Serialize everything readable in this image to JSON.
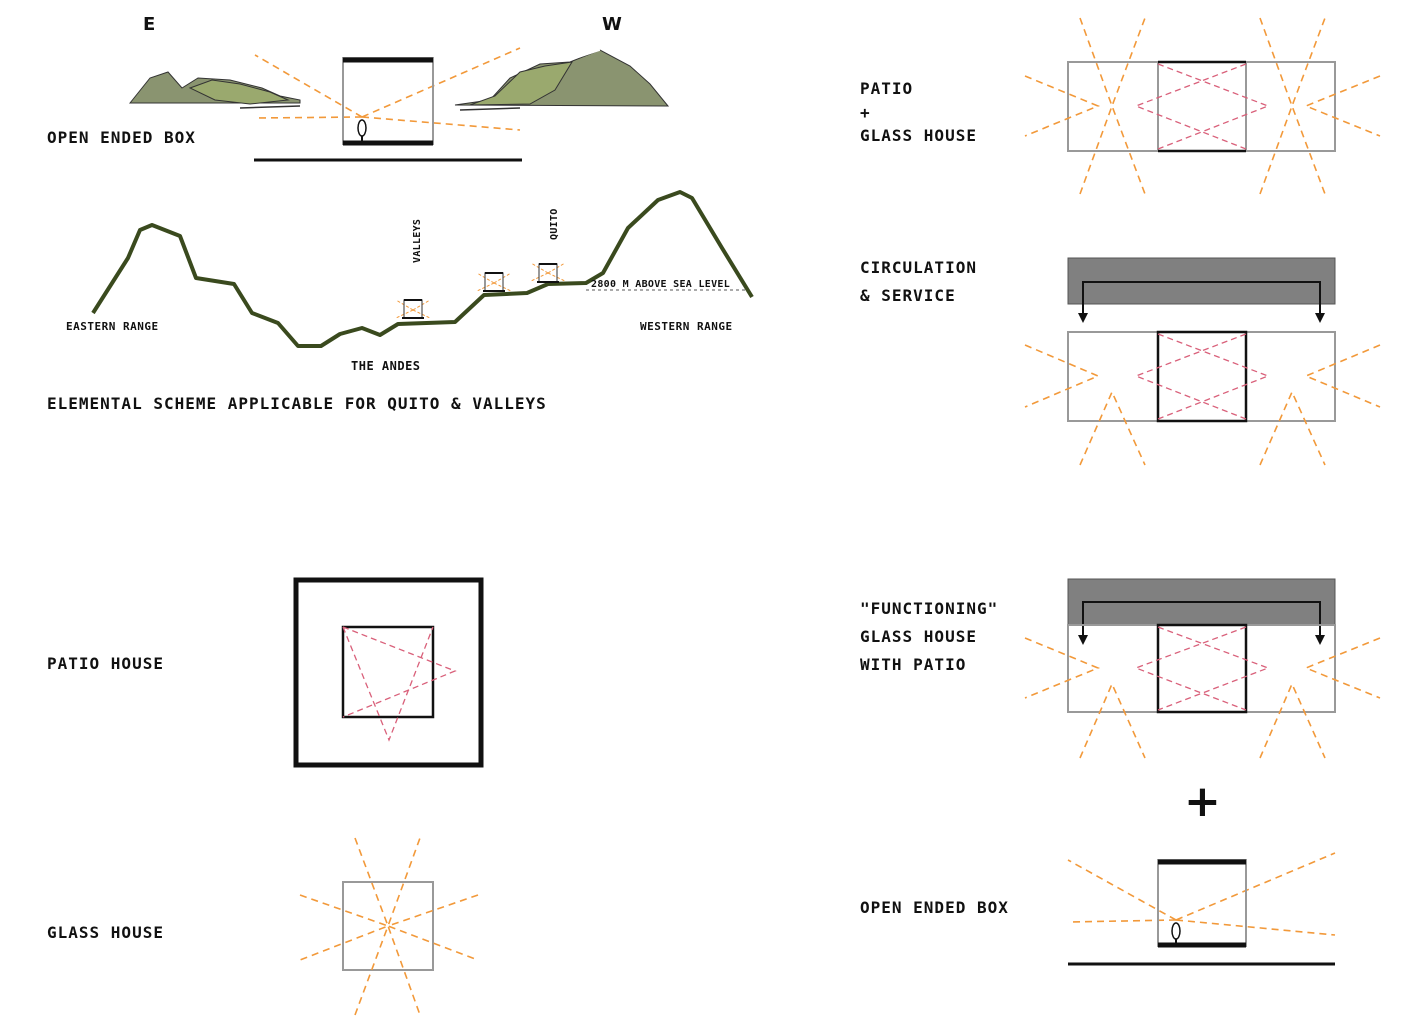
{
  "colors": {
    "light_ray": "#f2993a",
    "cross_ventilation": "#d9607a",
    "mountain_fill": "#8a9470",
    "mountain_light": "#9aa96e",
    "profile_line": "#3a4a1e",
    "service_band": "#808080",
    "outline_grey": "#999999",
    "ink": "#111111"
  },
  "section": {
    "east_label": "E",
    "west_label": "W",
    "open_box_label": "OPEN ENDED BOX"
  },
  "profile": {
    "valleys_label": "VALLEYS",
    "quito_label": "QUITO",
    "altitude_label": "2800 M ABOVE SEA LEVEL",
    "eastern_label": "EASTERN RANGE",
    "western_label": "WESTERN RANGE",
    "andes_label": "THE ANDES",
    "caption": "ELEMENTAL SCHEME APPLICABLE FOR QUITO & VALLEYS"
  },
  "patio_house": {
    "label": "PATIO HOUSE"
  },
  "glass_house": {
    "label": "GLASS HOUSE"
  },
  "patio_glass": {
    "line1": "PATIO",
    "line2": "+",
    "line3": "GLASS HOUSE"
  },
  "circulation": {
    "line1": "CIRCULATION",
    "line2": "& SERVICE"
  },
  "functioning": {
    "line1": "\"FUNCTIONING\"",
    "line2": "GLASS HOUSE",
    "line3": "WITH PATIO"
  },
  "plus_sign": "+",
  "open_box_bottom": {
    "label": "OPEN ENDED BOX"
  }
}
